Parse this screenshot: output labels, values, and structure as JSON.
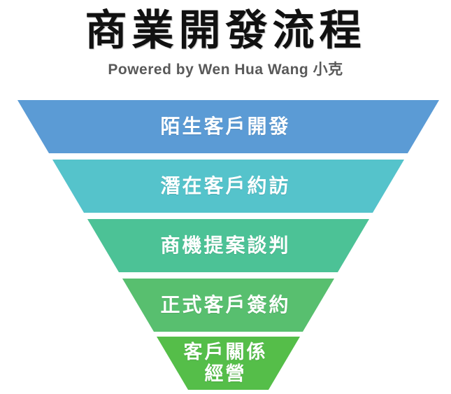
{
  "header": {
    "title": "商業開發流程",
    "subtitle": "Powered by Wen Hua Wang 小克"
  },
  "funnel": {
    "type": "funnel-diagram",
    "direction": "inverted",
    "label_text_color": "#FFFFFF",
    "tiers": [
      {
        "label": "陌生客戶開發",
        "color": "#5B9BD5"
      },
      {
        "label": "潛在客戶約訪",
        "color": "#55C3CB"
      },
      {
        "label": "商機提案談判",
        "color": "#4CC296"
      },
      {
        "label": "正式客戶簽約",
        "color": "#58BF6F"
      },
      {
        "label": "客戶關係\n經營",
        "color": "#55BE49"
      }
    ]
  }
}
